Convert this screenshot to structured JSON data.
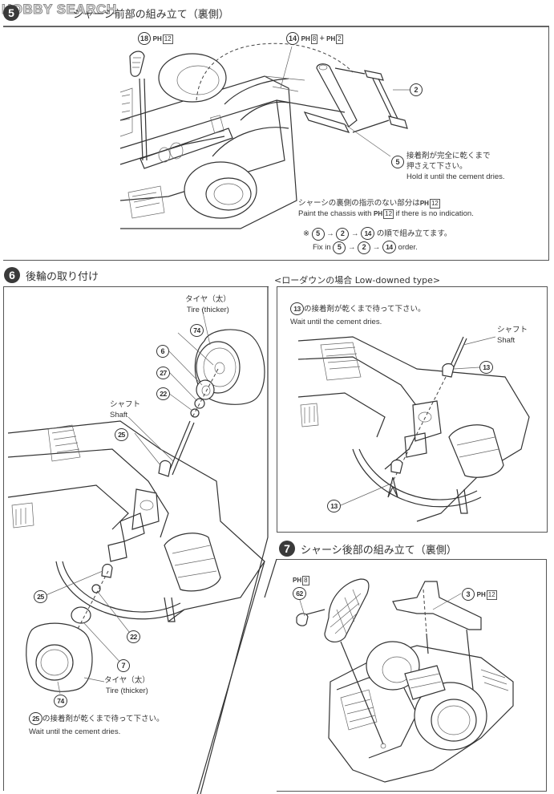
{
  "watermark": "HOBBY SEARCH",
  "step5": {
    "number": "5",
    "title": "シャーシ前部の組み立て（裏側）",
    "callouts": {
      "part18": {
        "part": "18",
        "paint_prefix": "PH",
        "paint_code": "12"
      },
      "part14": {
        "part": "14",
        "paint_prefix": "PH",
        "paint_code_a": "8",
        "plus": "+",
        "paint_prefix_b": "PH",
        "paint_code_b": "2"
      },
      "part2": {
        "part": "2"
      },
      "part5": {
        "part": "5",
        "jp_line1": "接着剤が完全に乾くまで",
        "jp_line2": "押さえて下さい。",
        "en": "Hold it until the cement dries."
      }
    },
    "paint_note": {
      "jp": "シャーシの裏側の指示のない部分は",
      "jp_paint_prefix": "PH",
      "jp_paint_code": "12",
      "en_before": "Paint the chassis with",
      "en_paint_prefix": "PH",
      "en_paint_code": "12",
      "en_after": "if there is no indication."
    },
    "order_note": {
      "mark": "※",
      "sequence": [
        "5",
        "2",
        "14"
      ],
      "arrow": "→",
      "jp_suffix": "の順で組み立てます。",
      "en_prefix": "Fix in",
      "en_suffix": "order."
    }
  },
  "step6": {
    "number": "6",
    "title": "後輪の取り付け",
    "tire_top": {
      "jp": "タイヤ（太）",
      "en": "Tire (thicker)"
    },
    "shaft": {
      "jp": "シャフト",
      "en": "Shaft"
    },
    "parts_top": [
      "74",
      "6",
      "27",
      "22",
      "25"
    ],
    "parts_bottom": [
      "25",
      "22",
      "7",
      "74"
    ],
    "tire_bottom": {
      "jp": "タイヤ（太）",
      "en": "Tire (thicker)"
    },
    "note": {
      "part": "25",
      "jp": "の接着剤が乾くまで待って下さい。",
      "en": "Wait until the cement dries."
    }
  },
  "lowdown": {
    "title": "<ローダウンの場合 Low-downed type>",
    "note": {
      "part": "13",
      "jp": "の接着剤が乾くまで待って下さい。",
      "en": "Wait until the cement dries."
    },
    "shaft": {
      "jp": "シャフト",
      "en": "Shaft"
    },
    "part_top": "13",
    "part_bottom": "13"
  },
  "step7": {
    "number": "7",
    "title": "シャーシ後部の組み立て（裏側）",
    "part62": {
      "part": "62",
      "paint_prefix": "PH",
      "paint_code": "8"
    },
    "part3": {
      "part": "3",
      "paint_prefix": "PH",
      "paint_code": "12"
    }
  }
}
